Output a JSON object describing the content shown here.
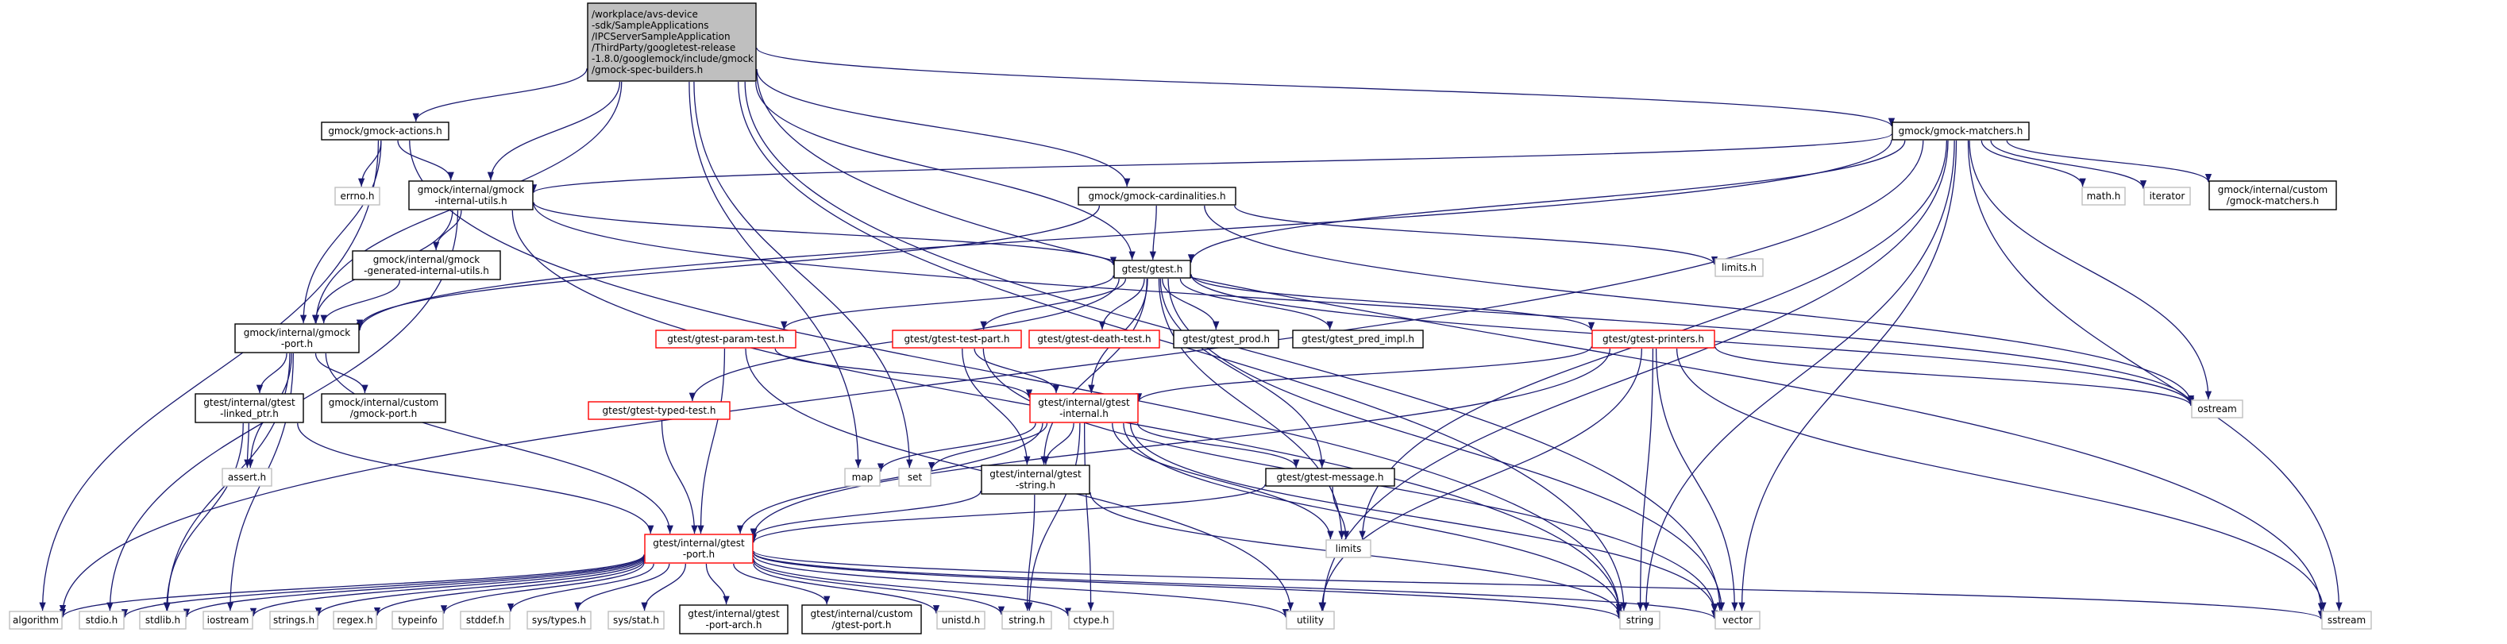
{
  "graph_title": "",
  "colors": {
    "edge": "#191970",
    "node_border_default": "#000000",
    "node_border_red": "#ff0000",
    "node_border_gray": "#bfbfbf",
    "root_fill": "#bfbfbf",
    "node_fill": "#ffffff"
  },
  "nodes": [
    {
      "id": "root",
      "style": "root",
      "lines": [
        "/workplace/avs-device",
        "-sdk/SampleApplications",
        "/IPCServerSampleApplication",
        "/ThirdParty/googletest-release",
        "-1.8.0/googlemock/include/gmock",
        "/gmock-spec-builders.h"
      ]
    },
    {
      "id": "actions",
      "style": "black",
      "lines": [
        "gmock/gmock-actions.h"
      ]
    },
    {
      "id": "matchers",
      "style": "black",
      "lines": [
        "gmock/gmock-matchers.h"
      ]
    },
    {
      "id": "errno",
      "style": "gray",
      "lines": [
        "errno.h"
      ]
    },
    {
      "id": "internal_utils",
      "style": "black",
      "lines": [
        "gmock/internal/gmock",
        "-internal-utils.h"
      ]
    },
    {
      "id": "cardinalities",
      "style": "black",
      "lines": [
        "gmock/gmock-cardinalities.h"
      ]
    },
    {
      "id": "math",
      "style": "gray",
      "lines": [
        "math.h"
      ]
    },
    {
      "id": "iterator",
      "style": "gray",
      "lines": [
        "iterator"
      ]
    },
    {
      "id": "custom_matchers",
      "style": "black",
      "lines": [
        "gmock/internal/custom",
        "/gmock-matchers.h"
      ]
    },
    {
      "id": "limits_h",
      "style": "gray",
      "lines": [
        "limits.h"
      ]
    },
    {
      "id": "gen_internal_utils",
      "style": "black",
      "lines": [
        "gmock/internal/gmock",
        "-generated-internal-utils.h"
      ]
    },
    {
      "id": "gtest",
      "style": "black",
      "lines": [
        "gtest/gtest.h"
      ]
    },
    {
      "id": "gmock_port",
      "style": "black",
      "lines": [
        "gmock/internal/gmock",
        "-port.h"
      ]
    },
    {
      "id": "param_test",
      "style": "red",
      "lines": [
        "gtest/gtest-param-test.h"
      ]
    },
    {
      "id": "test_part",
      "style": "red",
      "lines": [
        "gtest/gtest-test-part.h"
      ]
    },
    {
      "id": "death_test",
      "style": "red",
      "lines": [
        "gtest/gtest-death-test.h"
      ]
    },
    {
      "id": "gtest_prod",
      "style": "black",
      "lines": [
        "gtest/gtest_prod.h"
      ]
    },
    {
      "id": "pred_impl",
      "style": "black",
      "lines": [
        "gtest/gtest_pred_impl.h"
      ]
    },
    {
      "id": "printers",
      "style": "red",
      "lines": [
        "gtest/gtest-printers.h"
      ]
    },
    {
      "id": "ostream",
      "style": "gray",
      "lines": [
        "ostream"
      ]
    },
    {
      "id": "linked_ptr",
      "style": "black",
      "lines": [
        "gtest/internal/gtest",
        "-linked_ptr.h"
      ]
    },
    {
      "id": "custom_port",
      "style": "black",
      "lines": [
        "gmock/internal/custom",
        "/gmock-port.h"
      ]
    },
    {
      "id": "typed_test",
      "style": "red",
      "lines": [
        "gtest/gtest-typed-test.h"
      ]
    },
    {
      "id": "gtest_internal",
      "style": "red",
      "lines": [
        "gtest/internal/gtest",
        "-internal.h"
      ]
    },
    {
      "id": "assert",
      "style": "gray",
      "lines": [
        "assert.h"
      ]
    },
    {
      "id": "map",
      "style": "gray",
      "lines": [
        "map"
      ]
    },
    {
      "id": "set",
      "style": "gray",
      "lines": [
        "set"
      ]
    },
    {
      "id": "gtest_string",
      "style": "black",
      "lines": [
        "gtest/internal/gtest",
        "-string.h"
      ]
    },
    {
      "id": "message",
      "style": "black",
      "lines": [
        "gtest/gtest-message.h"
      ]
    },
    {
      "id": "limits",
      "style": "gray",
      "lines": [
        "limits"
      ]
    },
    {
      "id": "gtest_port",
      "style": "red",
      "lines": [
        "gtest/internal/gtest",
        "-port.h"
      ]
    },
    {
      "id": "algorithm",
      "style": "gray",
      "lines": [
        "algorithm"
      ]
    },
    {
      "id": "stdio",
      "style": "gray",
      "lines": [
        "stdio.h"
      ]
    },
    {
      "id": "stdlib",
      "style": "gray",
      "lines": [
        "stdlib.h"
      ]
    },
    {
      "id": "iostream",
      "style": "gray",
      "lines": [
        "iostream"
      ]
    },
    {
      "id": "strings",
      "style": "gray",
      "lines": [
        "strings.h"
      ]
    },
    {
      "id": "regex",
      "style": "gray",
      "lines": [
        "regex.h"
      ]
    },
    {
      "id": "typeinfo",
      "style": "gray",
      "lines": [
        "typeinfo"
      ]
    },
    {
      "id": "stddef",
      "style": "gray",
      "lines": [
        "stddef.h"
      ]
    },
    {
      "id": "sys_types",
      "style": "gray",
      "lines": [
        "sys/types.h"
      ]
    },
    {
      "id": "sys_stat",
      "style": "gray",
      "lines": [
        "sys/stat.h"
      ]
    },
    {
      "id": "port_arch",
      "style": "black",
      "lines": [
        "gtest/internal/gtest",
        "-port-arch.h"
      ]
    },
    {
      "id": "custom_gtest_port",
      "style": "black",
      "lines": [
        "gtest/internal/custom",
        "/gtest-port.h"
      ]
    },
    {
      "id": "unistd",
      "style": "gray",
      "lines": [
        "unistd.h"
      ]
    },
    {
      "id": "string_h",
      "style": "gray",
      "lines": [
        "string.h"
      ]
    },
    {
      "id": "ctype",
      "style": "gray",
      "lines": [
        "ctype.h"
      ]
    },
    {
      "id": "utility",
      "style": "gray",
      "lines": [
        "utility"
      ]
    },
    {
      "id": "string",
      "style": "gray",
      "lines": [
        "string"
      ]
    },
    {
      "id": "vector",
      "style": "gray",
      "lines": [
        "vector"
      ]
    },
    {
      "id": "sstream",
      "style": "gray",
      "lines": [
        "sstream"
      ]
    }
  ],
  "edges": [
    [
      "root",
      "actions"
    ],
    [
      "root",
      "matchers"
    ],
    [
      "root",
      "internal_utils"
    ],
    [
      "root",
      "cardinalities"
    ],
    [
      "root",
      "gmock_port"
    ],
    [
      "root",
      "gtest"
    ],
    [
      "root",
      "map"
    ],
    [
      "root",
      "set"
    ],
    [
      "root",
      "string"
    ],
    [
      "root",
      "vector"
    ],
    [
      "root",
      "sstream"
    ],
    [
      "actions",
      "algorithm"
    ],
    [
      "actions",
      "errno"
    ],
    [
      "actions",
      "internal_utils"
    ],
    [
      "actions",
      "gmock_port"
    ],
    [
      "actions",
      "string"
    ],
    [
      "matchers",
      "internal_utils"
    ],
    [
      "matchers",
      "gmock_port"
    ],
    [
      "matchers",
      "gtest"
    ],
    [
      "matchers",
      "math"
    ],
    [
      "matchers",
      "iterator"
    ],
    [
      "matchers",
      "custom_matchers"
    ],
    [
      "matchers",
      "algorithm"
    ],
    [
      "matchers",
      "limits"
    ],
    [
      "matchers",
      "ostream"
    ],
    [
      "matchers",
      "sstream"
    ],
    [
      "matchers",
      "string"
    ],
    [
      "matchers",
      "utility"
    ],
    [
      "matchers",
      "vector"
    ],
    [
      "internal_utils",
      "gen_internal_utils"
    ],
    [
      "internal_utils",
      "gmock_port"
    ],
    [
      "internal_utils",
      "gtest"
    ],
    [
      "internal_utils",
      "stdio"
    ],
    [
      "internal_utils",
      "ostream"
    ],
    [
      "internal_utils",
      "string"
    ],
    [
      "cardinalities",
      "gmock_port"
    ],
    [
      "cardinalities",
      "gtest"
    ],
    [
      "cardinalities",
      "limits_h"
    ],
    [
      "cardinalities",
      "ostream"
    ],
    [
      "gen_internal_utils",
      "gmock_port"
    ],
    [
      "gmock_port",
      "assert"
    ],
    [
      "gmock_port",
      "stdlib"
    ],
    [
      "gmock_port",
      "iostream"
    ],
    [
      "gmock_port",
      "linked_ptr"
    ],
    [
      "gmock_port",
      "custom_port"
    ],
    [
      "gmock_port",
      "gtest_port"
    ],
    [
      "linked_ptr",
      "stdlib"
    ],
    [
      "linked_ptr",
      "assert"
    ],
    [
      "linked_ptr",
      "gtest_port"
    ],
    [
      "gtest",
      "limits"
    ],
    [
      "gtest",
      "ostream"
    ],
    [
      "gtest",
      "vector"
    ],
    [
      "gtest",
      "gtest_internal"
    ],
    [
      "gtest",
      "gtest_string"
    ],
    [
      "gtest",
      "death_test"
    ],
    [
      "gtest",
      "message"
    ],
    [
      "gtest",
      "param_test"
    ],
    [
      "gtest",
      "printers"
    ],
    [
      "gtest",
      "gtest_prod"
    ],
    [
      "gtest",
      "test_part"
    ],
    [
      "gtest",
      "typed_test"
    ],
    [
      "gtest",
      "pred_impl"
    ],
    [
      "param_test",
      "gtest_internal"
    ],
    [
      "param_test",
      "gtest_port"
    ],
    [
      "param_test",
      "utility"
    ],
    [
      "test_part",
      "gtest_internal"
    ],
    [
      "test_part",
      "gtest_string"
    ],
    [
      "test_part",
      "vector"
    ],
    [
      "printers",
      "ostream"
    ],
    [
      "printers",
      "sstream"
    ],
    [
      "printers",
      "string"
    ],
    [
      "printers",
      "utility"
    ],
    [
      "printers",
      "vector"
    ],
    [
      "printers",
      "gtest_port"
    ],
    [
      "printers",
      "gtest_internal"
    ],
    [
      "typed_test",
      "gtest_port"
    ],
    [
      "gtest_internal",
      "gtest_port"
    ],
    [
      "gtest_internal",
      "ctype"
    ],
    [
      "gtest_internal",
      "limits"
    ],
    [
      "gtest_internal",
      "map"
    ],
    [
      "gtest_internal",
      "set"
    ],
    [
      "gtest_internal",
      "string"
    ],
    [
      "gtest_internal",
      "vector"
    ],
    [
      "gtest_internal",
      "message"
    ],
    [
      "gtest_internal",
      "gtest_string"
    ],
    [
      "gtest_internal",
      "string_h"
    ],
    [
      "gtest_string",
      "string_h"
    ],
    [
      "gtest_string",
      "gtest_port"
    ],
    [
      "gtest_string",
      "string"
    ],
    [
      "message",
      "limits"
    ],
    [
      "message",
      "gtest_port"
    ],
    [
      "gtest_port",
      "ctype"
    ],
    [
      "gtest_port",
      "stddef"
    ],
    [
      "gtest_port",
      "stdlib"
    ],
    [
      "gtest_port",
      "stdio"
    ],
    [
      "gtest_port",
      "string_h"
    ],
    [
      "gtest_port",
      "algorithm"
    ],
    [
      "gtest_port",
      "iostream"
    ],
    [
      "gtest_port",
      "sstream"
    ],
    [
      "gtest_port",
      "string"
    ],
    [
      "gtest_port",
      "utility"
    ],
    [
      "gtest_port",
      "vector"
    ],
    [
      "gtest_port",
      "port_arch"
    ],
    [
      "gtest_port",
      "custom_gtest_port"
    ],
    [
      "gtest_port",
      "strings"
    ],
    [
      "gtest_port",
      "unistd"
    ],
    [
      "gtest_port",
      "regex"
    ],
    [
      "gtest_port",
      "typeinfo"
    ],
    [
      "gtest_port",
      "sys_types"
    ],
    [
      "gtest_port",
      "sys_stat"
    ]
  ]
}
